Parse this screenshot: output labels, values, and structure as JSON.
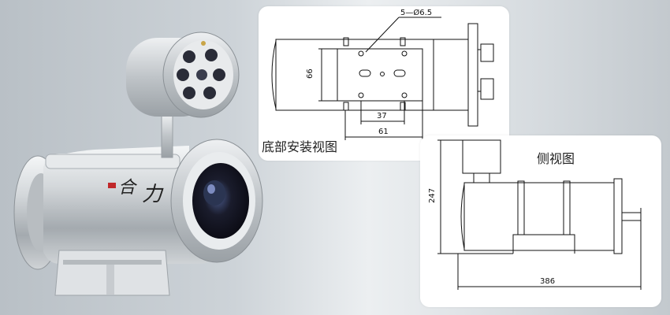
{
  "camera": {
    "brand_logo_text": "力",
    "colors": {
      "body": "#c9cdd1",
      "body_dark": "#8f959b",
      "lens_glass": "#1a1c2c"
    }
  },
  "bottom_view": {
    "caption": "底部安装视图",
    "hole_label": "5—Ø6.5",
    "dim_height": "66",
    "dim_inner": "37",
    "dim_outer": "61"
  },
  "side_view": {
    "caption": "侧视图",
    "dim_height": "247",
    "dim_length": "386"
  }
}
